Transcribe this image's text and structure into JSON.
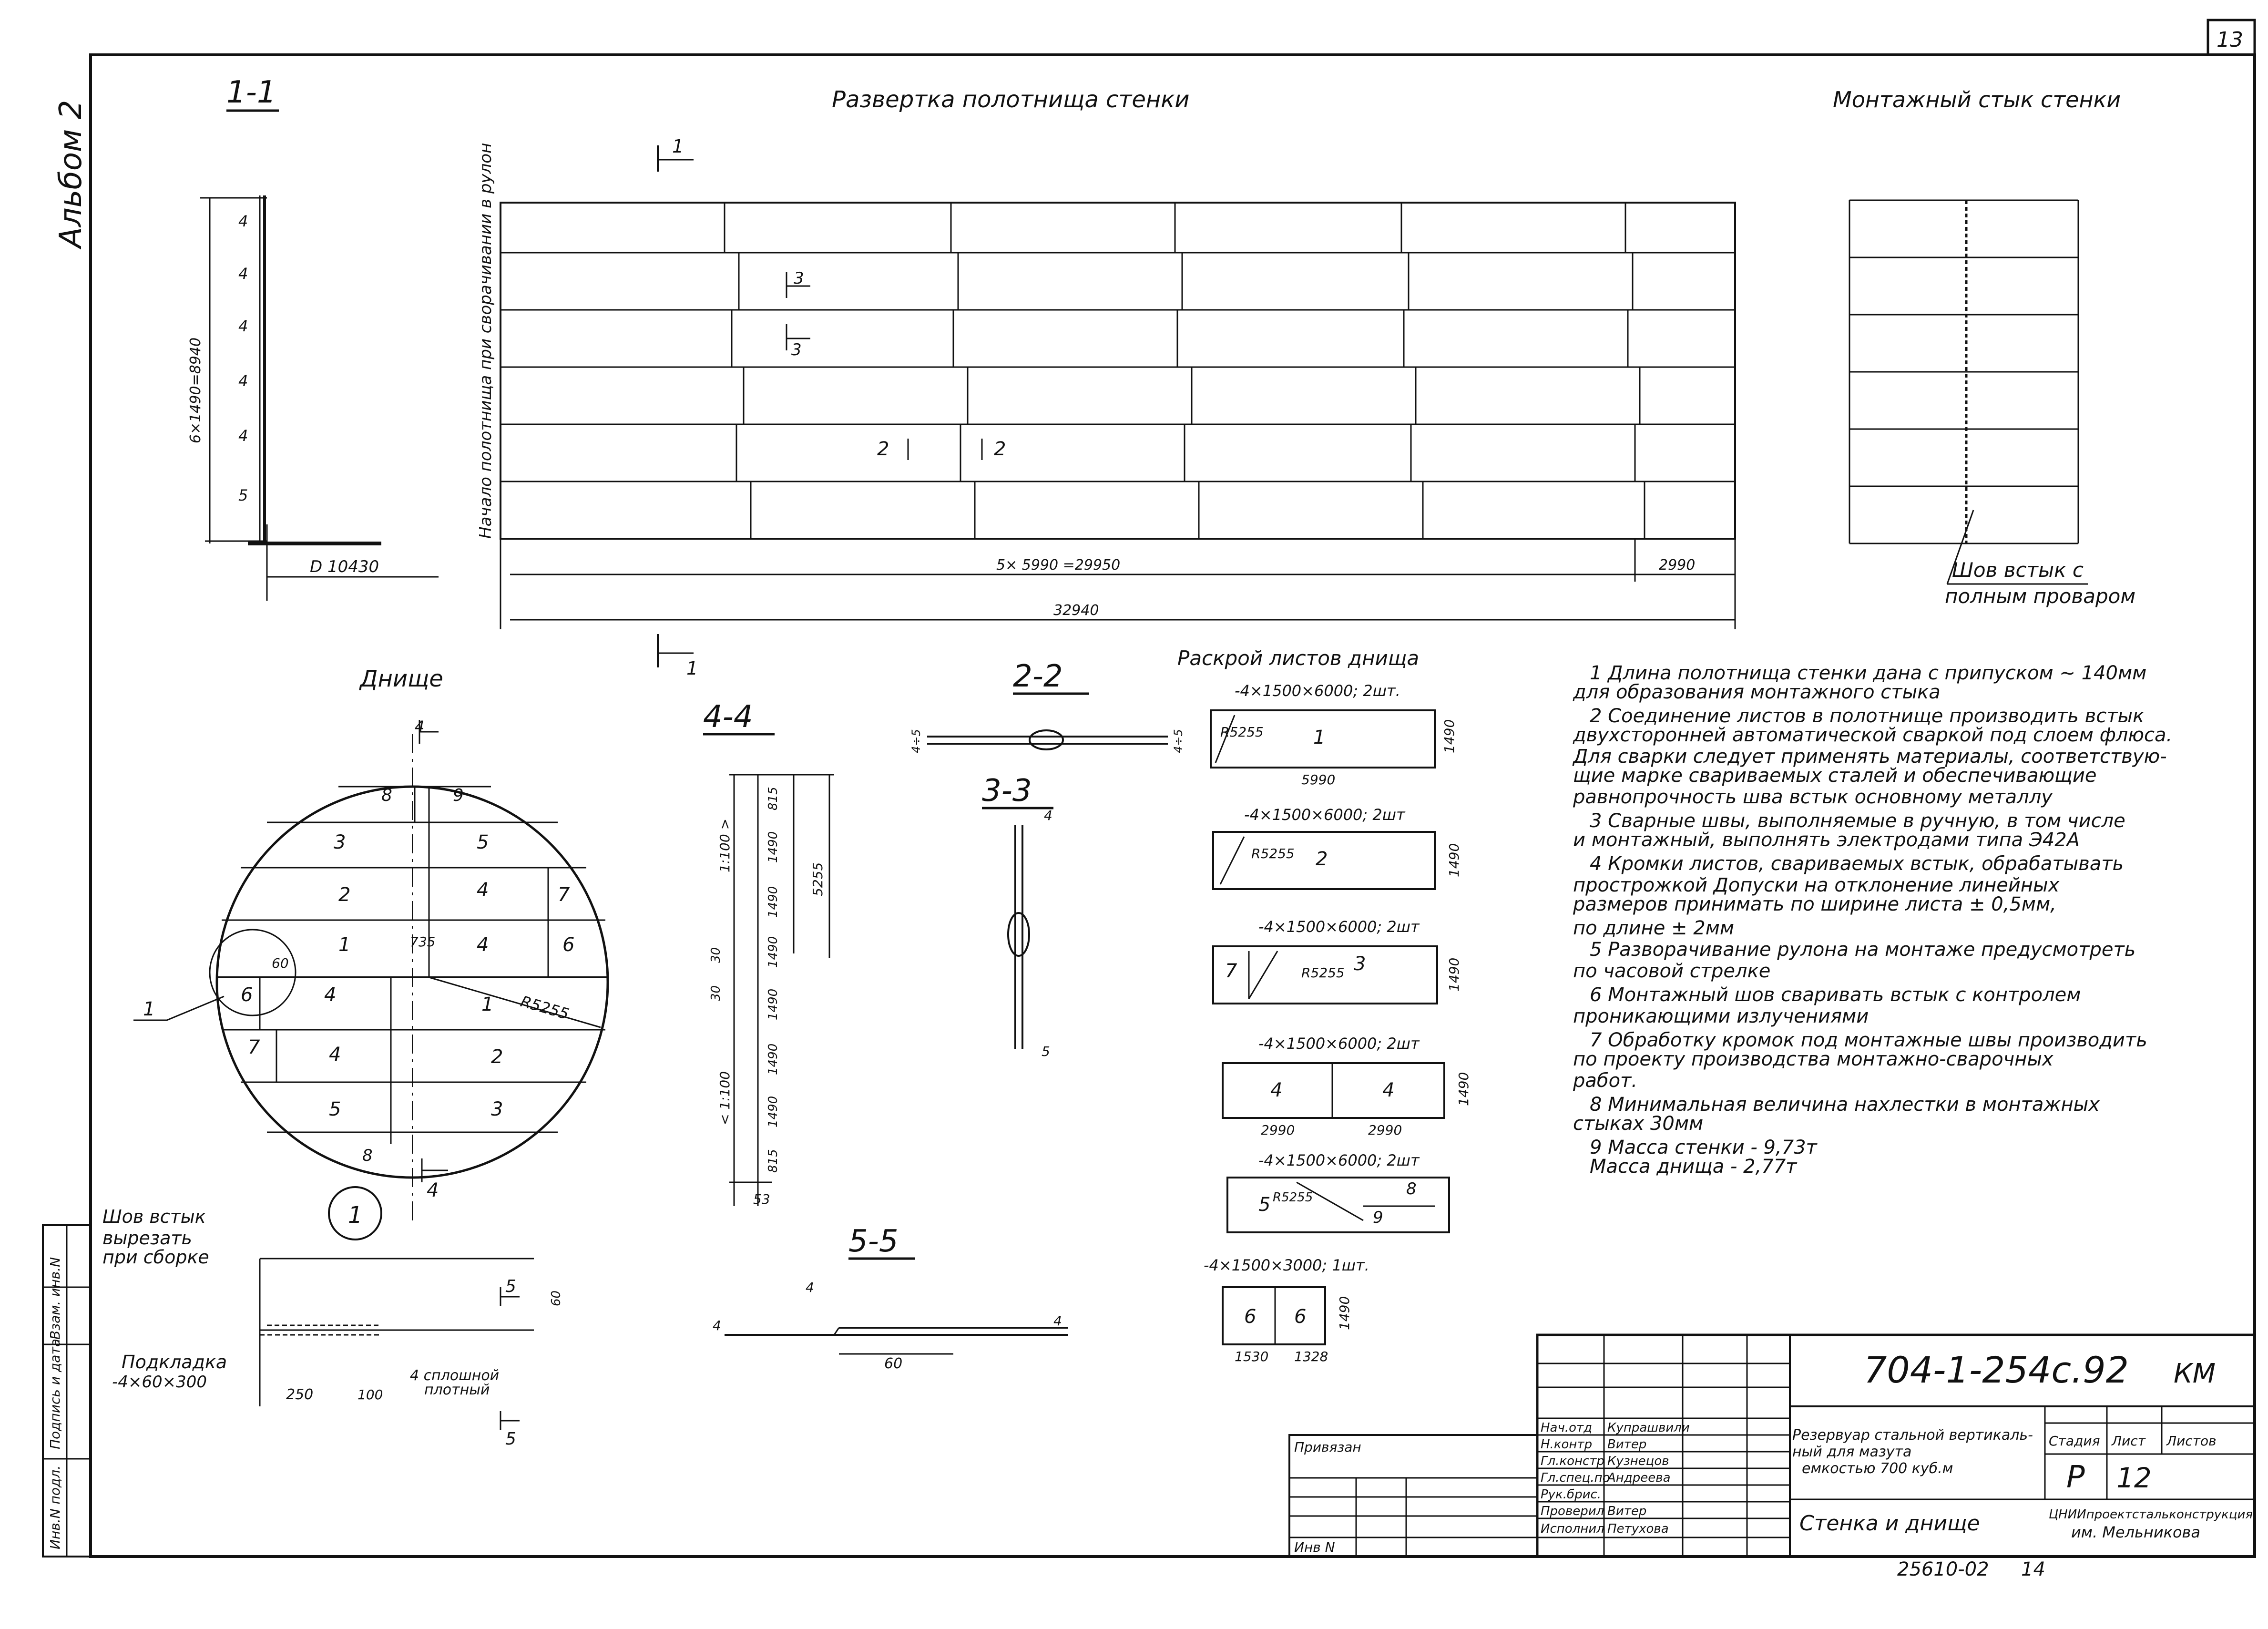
{
  "sheet": {
    "page_no": "13",
    "album": "Альбом 2"
  },
  "views": {
    "s11": {
      "title": "1-1",
      "notes": [
        "4",
        "4",
        "4",
        "4",
        "4",
        "5"
      ],
      "height_dim": "6×1490=8940",
      "diameter": "D 10430"
    },
    "wall": {
      "title": "Развертка полотнища стенки",
      "side_note": "Начало полотнища при сворачивании в рулон",
      "dim1": "5× 5990 =29950",
      "dim2": "2990",
      "dim_total": "32940",
      "marks": {
        "c1": "1",
        "c3a": "3",
        "c3b": "3",
        "c2a": "2",
        "c2b": "2"
      }
    },
    "joint": {
      "title": "Монтажный стык стенки",
      "callout": [
        "Шов встык с",
        "полным проваром"
      ]
    },
    "bottom": {
      "title": "Днище",
      "cut_mark": "4",
      "plates": [
        "8",
        "9",
        "3",
        "5",
        "2",
        "4",
        "7",
        "1",
        "4",
        "6",
        "6",
        "4",
        "1",
        "7",
        "4",
        "2",
        "5",
        "3",
        "8"
      ],
      "dims": [
        "60",
        "735"
      ],
      "radius": "R5255",
      "callout": "1"
    },
    "s44": {
      "title": "4-4",
      "dims": [
        "815",
        "1490",
        "1490",
        "1490",
        "1490",
        "1490",
        "1490",
        "815"
      ],
      "total": "5255",
      "slope1": "1:100 >",
      "slope2": "< 1:100",
      "small": [
        "30",
        "30",
        "53"
      ]
    },
    "s22": {
      "title": "2-2",
      "dims": [
        "4÷5",
        "4÷5"
      ]
    },
    "s33": {
      "title": "3-3",
      "dims": [
        "4",
        "5"
      ]
    },
    "s55": {
      "title": "5-5",
      "dims": [
        "4",
        "4",
        "4",
        "60"
      ]
    },
    "node1": {
      "title": "1",
      "labels": [
        "Шов встык",
        "вырезать",
        "при сборке",
        "Подкладка",
        "-4×60×300",
        "4 сплошной",
        "плотный"
      ],
      "dims": [
        "250",
        "100",
        "60"
      ],
      "marks": [
        "5",
        "5"
      ]
    },
    "cutting": {
      "title": "Раскрой листов днища",
      "items": [
        {
          "spec": "-4×1500×6000; 2шт.",
          "parts": [
            "1"
          ],
          "dims": [
            "5990",
            "1490"
          ],
          "r": "R5255"
        },
        {
          "spec": "-4×1500×6000; 2шт",
          "parts": [
            "2"
          ],
          "dims": [
            "1490"
          ],
          "r": "R5255"
        },
        {
          "spec": "-4×1500×6000; 2шт",
          "parts": [
            "7",
            "3"
          ],
          "dims": [
            "1490"
          ],
          "r": "R5255"
        },
        {
          "spec": "-4×1500×6000; 2шт",
          "parts": [
            "4",
            "4"
          ],
          "dims": [
            "2990",
            "2990",
            "1490"
          ]
        },
        {
          "spec": "-4×1500×6000; 2шт",
          "parts": [
            "5",
            "8",
            "9"
          ],
          "dims": [],
          "r": "R5255"
        },
        {
          "spec": "-4×1500×3000; 1шт.",
          "parts": [
            "6",
            "6"
          ],
          "dims": [
            "1530",
            "1328",
            "1490"
          ]
        }
      ]
    }
  },
  "notes": [
    "1  Длина полотнища стенки дана с припуском ~ 140мм",
    "для образования монтажного стыка",
    "2  Соединение листов в полотнище производить встык",
    "двухсторонней автоматической сваркой под слоем флюса.",
    "Для сварки следует применять материалы, соответствую-",
    "щие марке свариваемых сталей и обеспечивающие",
    "равнопрочность шва встык основному металлу",
    "3  Сварные швы, выполняемые в ручную, в том числе",
    "и монтажный, выполнять электродами типа Э42А",
    "4  Кромки листов, свариваемых встык, обрабатывать",
    "прострожкой Допуски на отклонение линейных",
    "размеров принимать по ширине листа ± 0,5мм,",
    "по длине ± 2мм",
    "5  Разворачивание рулона на монтаже предусмотреть",
    "по часовой стрелке",
    "6  Монтажный шов сваривать встык с контролем",
    "проникающими излучениями",
    "7  Обработку кромок под монтажные швы производить",
    "по проекту производства монтажно-сварочных",
    "работ.",
    "8  Минимальная величина нахлестки в монтажных",
    "стыках 30мм",
    "9  Масса стенки - 9,73т",
    "    Масса днища - 2,77т"
  ],
  "stamp": {
    "code": "704-1-254с.92",
    "mark": "КМ",
    "roles": [
      "Нач.отд",
      "Н.контр",
      "Гл.констр",
      "Гл.спец.по",
      "Рук.брис.",
      "Проверил",
      "Исполнил"
    ],
    "names": [
      "Купрашвили",
      "Витер",
      "Кузнецов",
      "Андреева",
      "",
      "Витер",
      "Петухова"
    ],
    "project": [
      "Резервуар стальной вертикаль-",
      "ный для мазута",
      "емкостью 700 куб.м"
    ],
    "sheet_title": "Стенка и днище",
    "h_stage": "Стадия",
    "h_sheet": "Лист",
    "h_sheets": "Листов",
    "stage": "Р",
    "sheet": "12",
    "org": [
      "ЦНИИпроектстальконструкция",
      "им. Мельникова"
    ],
    "bottom_no": "25610-02",
    "bottom_sheet": "14",
    "privyazan": "Привязан",
    "inv": "Инв N"
  },
  "side_strip": [
    "Инв.N подл.",
    "Подпись и дата",
    "Взам. инв.N"
  ]
}
